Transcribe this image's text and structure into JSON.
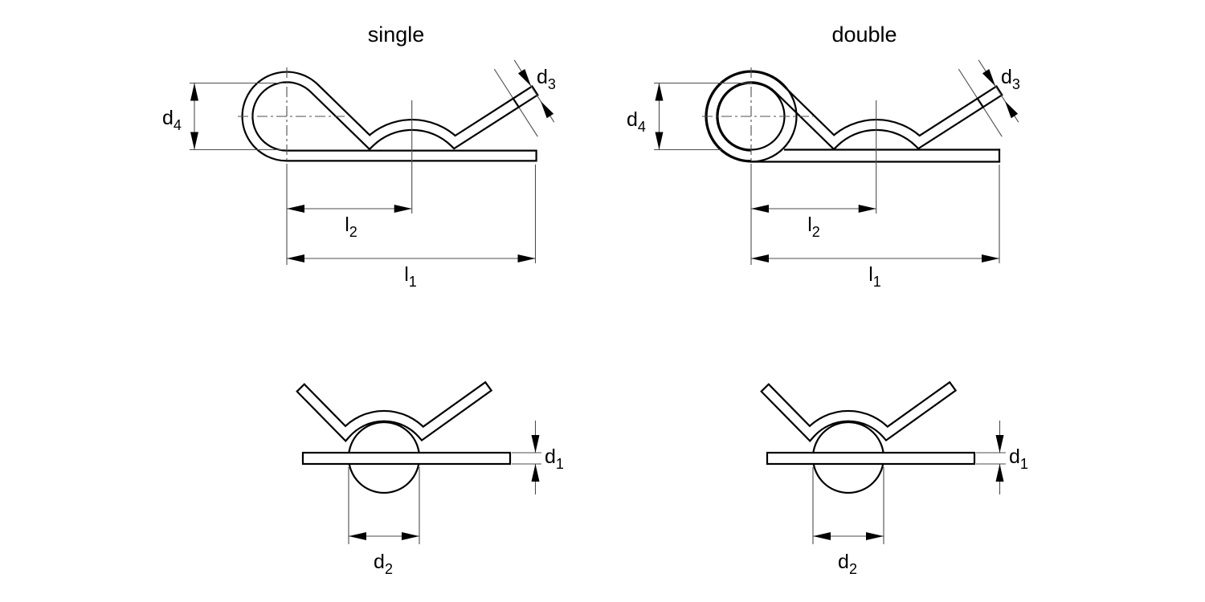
{
  "titles": {
    "single": "single",
    "double": "double"
  },
  "dims": {
    "d1": {
      "main": "d",
      "sub": "1"
    },
    "d2": {
      "main": "d",
      "sub": "2"
    },
    "d3": {
      "main": "d",
      "sub": "3"
    },
    "d4": {
      "main": "d",
      "sub": "4"
    },
    "l1": {
      "main": "l",
      "sub": "1"
    },
    "l2": {
      "main": "l",
      "sub": "2"
    }
  },
  "colors": {
    "background": "#ffffff",
    "object_line": "#000000",
    "thin_line": "#4d4d4d"
  }
}
